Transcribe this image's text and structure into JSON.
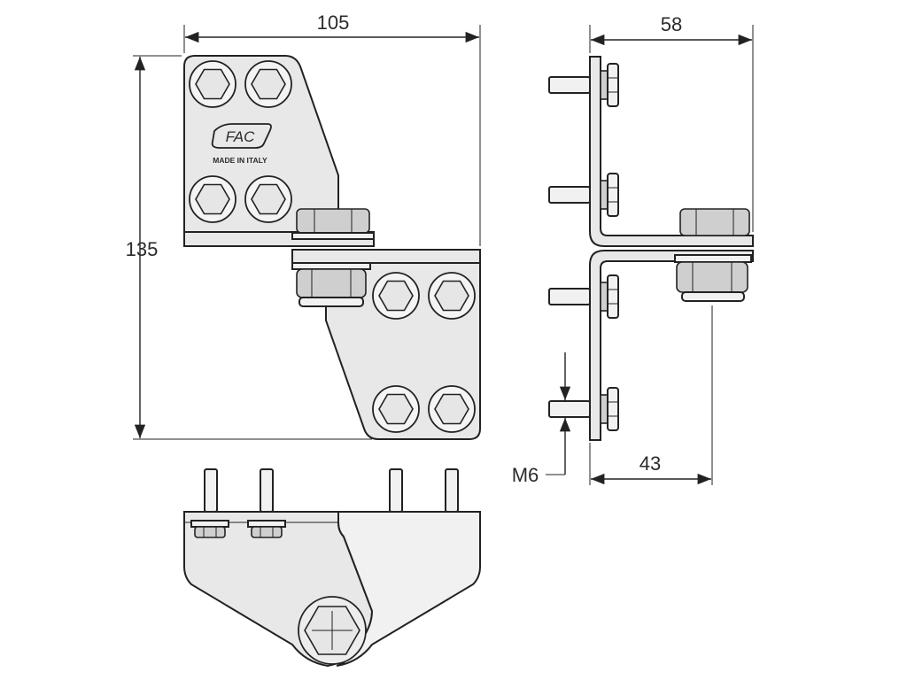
{
  "drawing": {
    "dimensions": {
      "front_width": "105",
      "front_height": "135",
      "side_width": "58",
      "side_depth": "43",
      "thread": "M6"
    },
    "logo": {
      "brand": "FAC",
      "origin": "MADE IN ITALY"
    }
  }
}
